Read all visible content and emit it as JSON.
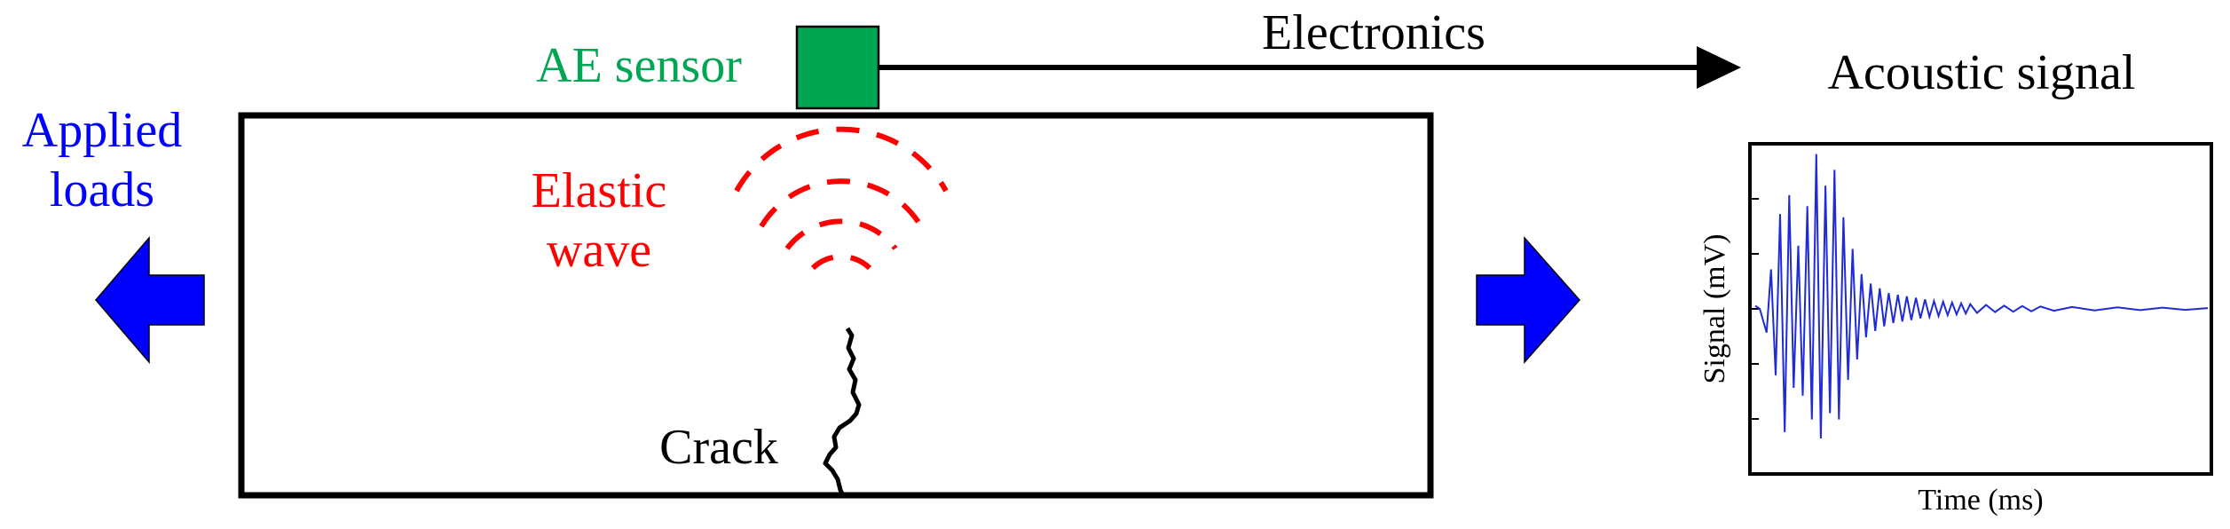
{
  "labels": {
    "applied_loads_line1": "Applied",
    "applied_loads_line2": "loads",
    "sensor": "AE sensor",
    "electronics": "Electronics",
    "acoustic_signal": "Acoustic signal",
    "elastic_wave_line1": "Elastic",
    "elastic_wave_line2": "wave",
    "crack": "Crack"
  },
  "icons": {
    "load_arrow_left": "arrow-left-icon",
    "load_arrow_right": "arrow-right-icon",
    "sensor": "square-sensor-icon",
    "signal_arrow": "arrow-right-line-icon"
  },
  "colors": {
    "load_text": "#0000ff",
    "load_arrow": "#0000ff",
    "sensor_text": "#00a651",
    "sensor_fill": "#00a651",
    "wave": "#ff0000",
    "wave_text": "#ff0000",
    "outline": "#000000",
    "signal_trace": "#1f2bd4"
  },
  "chart_data": {
    "type": "line",
    "title": "",
    "xlabel": "Time (ms)",
    "ylabel": "Signal (mV)",
    "grid": false,
    "legend": "none",
    "ylim": [
      -1,
      1
    ],
    "xlim": [
      0,
      1
    ],
    "series": [
      {
        "name": "",
        "x": [
          0.0,
          0.01,
          0.025,
          0.035,
          0.045,
          0.055,
          0.065,
          0.075,
          0.085,
          0.095,
          0.105,
          0.115,
          0.125,
          0.135,
          0.145,
          0.155,
          0.165,
          0.175,
          0.185,
          0.195,
          0.205,
          0.215,
          0.225,
          0.235,
          0.245,
          0.255,
          0.265,
          0.275,
          0.285,
          0.295,
          0.305,
          0.315,
          0.325,
          0.335,
          0.345,
          0.355,
          0.365,
          0.375,
          0.385,
          0.395,
          0.405,
          0.415,
          0.425,
          0.435,
          0.445,
          0.455,
          0.465,
          0.475,
          0.49,
          0.51,
          0.53,
          0.55,
          0.57,
          0.59,
          0.61,
          0.63,
          0.66,
          0.7,
          0.75,
          0.8,
          0.85,
          0.9,
          0.95,
          1.0
        ],
        "y": [
          0.02,
          0.0,
          -0.15,
          0.25,
          -0.42,
          0.6,
          -0.78,
          0.72,
          -0.5,
          0.4,
          -0.55,
          0.65,
          -0.7,
          0.98,
          -0.82,
          0.78,
          -0.66,
          0.88,
          -0.7,
          0.58,
          -0.45,
          0.38,
          -0.32,
          0.22,
          -0.18,
          0.16,
          -0.14,
          0.13,
          -0.11,
          0.1,
          -0.09,
          0.09,
          -0.08,
          0.08,
          -0.07,
          0.07,
          -0.06,
          0.06,
          -0.05,
          0.05,
          -0.045,
          0.045,
          -0.04,
          0.04,
          -0.035,
          0.035,
          -0.03,
          0.03,
          -0.025,
          0.025,
          -0.02,
          0.02,
          -0.018,
          0.018,
          -0.015,
          0.015,
          -0.012,
          0.012,
          -0.01,
          0.01,
          -0.008,
          0.008,
          -0.006,
          0.005
        ]
      }
    ]
  }
}
